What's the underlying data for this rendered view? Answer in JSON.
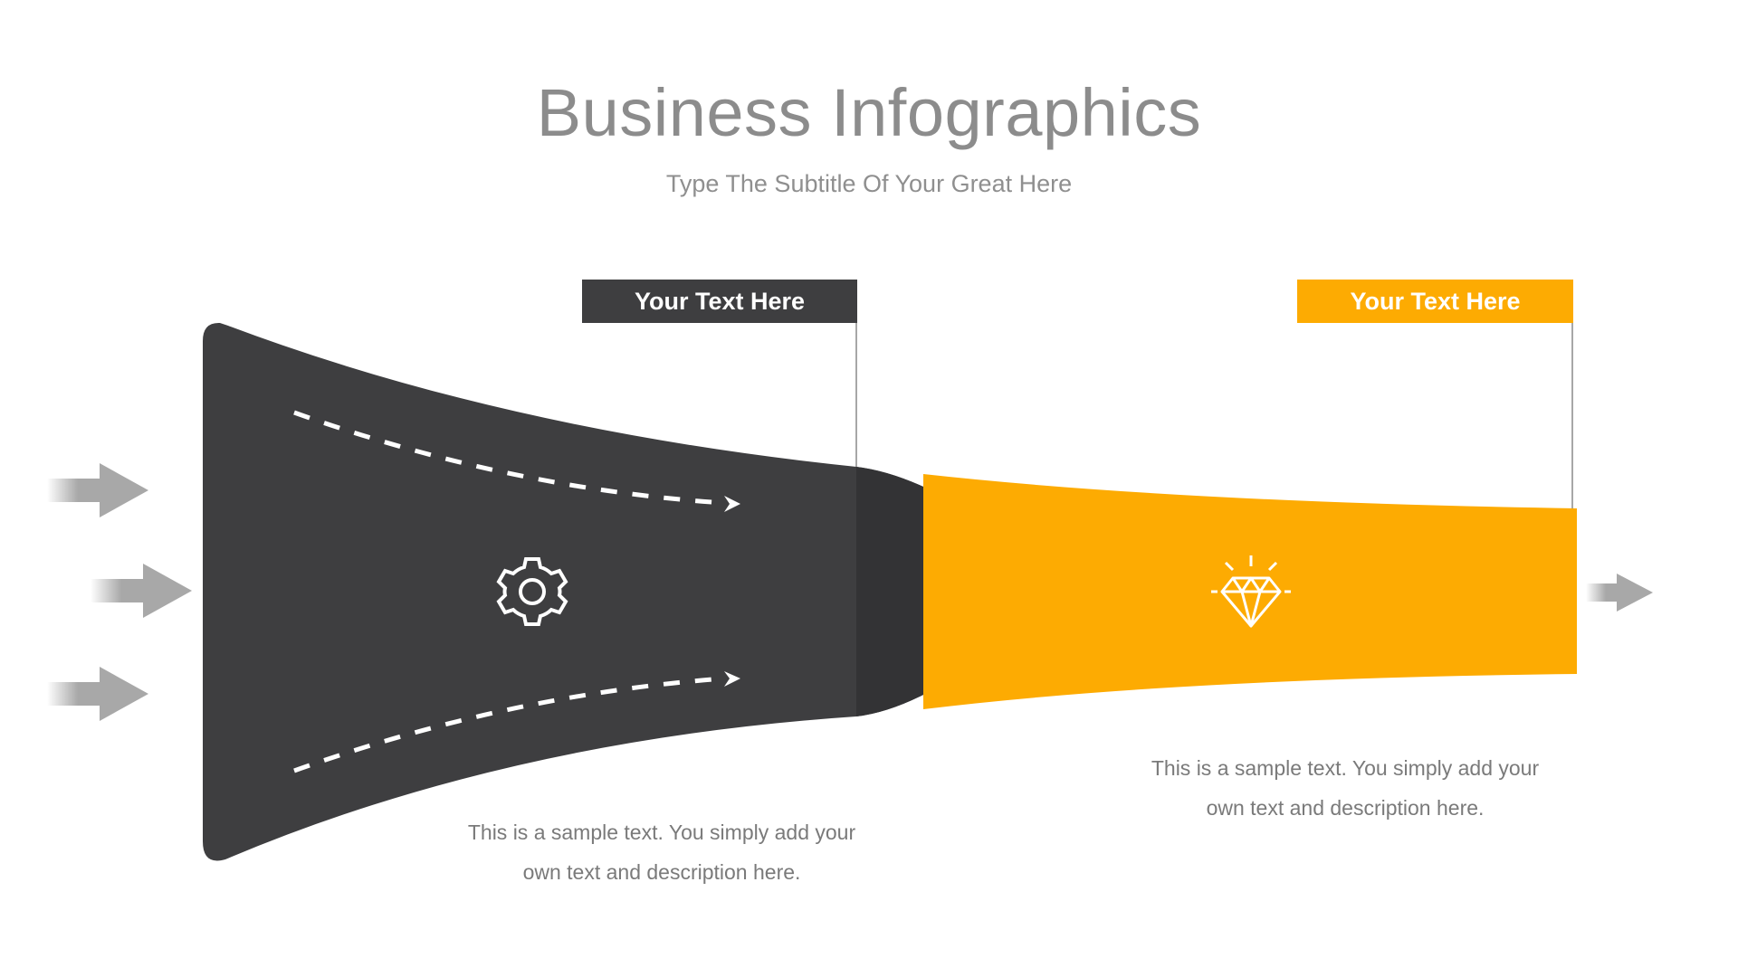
{
  "title": "Business Infographics",
  "subtitle": "Type The Subtitle Of Your Great Here",
  "stages": [
    {
      "label": "Your Text Here",
      "description": "This is a sample text. You simply add your own text and description here.",
      "color": "#3e3e40",
      "icon": "gear-icon"
    },
    {
      "label": "Your Text Here",
      "description": "This is a sample text. You simply add your own text and description here.",
      "color": "#fdab02",
      "icon": "diamond-icon"
    }
  ],
  "colors": {
    "dark": "#3e3e40",
    "accent": "#fdab02",
    "arrow": "#a8a8a8",
    "text": "#8c8c8c"
  }
}
